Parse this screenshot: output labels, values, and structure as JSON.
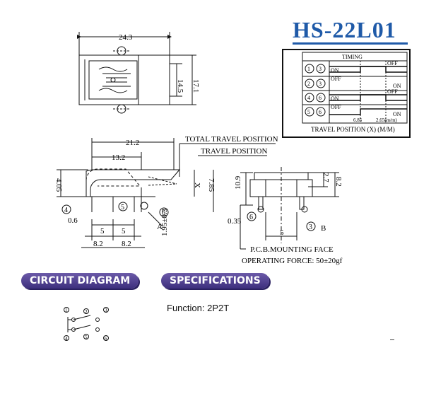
{
  "model": "HS-22L01",
  "dimensions": {
    "top_width": "24.3",
    "top_h1": "14.5",
    "top_h2": "17.1",
    "side_len": "21.2",
    "side_len2": "13.2",
    "total_travel": "TOTAL TRAVEL POSITION",
    "travel": "TRAVEL POSITION",
    "h_left": "4.05",
    "x_label": "X",
    "h_785": "7.85",
    "pin_w": "0.6",
    "pitch_a": "5",
    "pitch_b": "5",
    "span_a": "8.2",
    "span_b": "8.2",
    "pin_h": "1.95±0.3",
    "label_a": "A",
    "n4": "4",
    "n5": "5",
    "n6": "6",
    "front_h": "10.9",
    "front_27": "2.7",
    "front_82": "8.2",
    "front_035": "0.35",
    "front_pitch": "5",
    "n6b": "6",
    "n3": "3",
    "label_b": "B",
    "pcb": "P.C.B.MOUNTING FACE",
    "force": "OPERATING FORCE: 50±20gf"
  },
  "timing": {
    "title": "TIMING",
    "rows": [
      {
        "a": "1",
        "b": "3",
        "s1": "ON",
        "s2": "OFF"
      },
      {
        "a": "2",
        "b": "3",
        "s1": "OFF",
        "s2": "ON"
      },
      {
        "a": "4",
        "b": "6",
        "s1": "ON",
        "s2": "OFF"
      },
      {
        "a": "5",
        "b": "6",
        "s1": "OFF",
        "s2": "ON"
      }
    ],
    "tick1": "6.85",
    "tick2": "2.65(m/m)",
    "xlabel": "TRAVEL POSITION (X)  (M/M)"
  },
  "sections": {
    "circuit": "CIRCUIT DIAGRAM",
    "specifications": "SPECIFICATIONS"
  },
  "spec": {
    "function": "Function: 2P2T"
  },
  "circuit_nodes": [
    "1",
    "2",
    "3",
    "4",
    "5",
    "6"
  ]
}
